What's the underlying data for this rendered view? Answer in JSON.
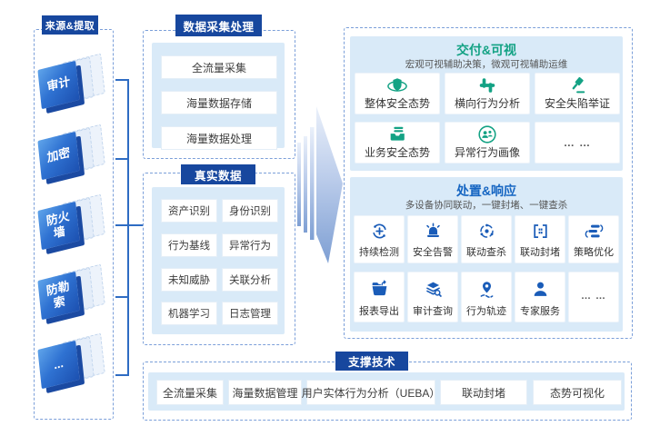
{
  "colors": {
    "header_bg": "#17479e",
    "panel_bg": "#d9eaf8",
    "green_accent": "#13a284",
    "blue_accent": "#1a5cb8",
    "dash_border": "#7b9fd9",
    "connector": "#2e6cc3"
  },
  "source": {
    "header": "来源&提取",
    "cubes": [
      {
        "label": "审计",
        "icon": "cube-3d-icon"
      },
      {
        "label": "加密",
        "icon": "cube-3d-icon"
      },
      {
        "label": "防火\n墙",
        "icon": "cube-3d-icon"
      },
      {
        "label": "防勒\n索",
        "icon": "cube-3d-icon"
      },
      {
        "label": "...",
        "icon": "cube-3d-icon"
      }
    ]
  },
  "collection": {
    "header": "数据采集处理",
    "items": [
      {
        "label": "全流量采集"
      },
      {
        "label": "海量数据存储"
      },
      {
        "label": "海量数据处理"
      }
    ]
  },
  "real_data": {
    "header": "真实数据",
    "items": [
      {
        "label": "资产识别"
      },
      {
        "label": "身份识别"
      },
      {
        "label": "行为基线"
      },
      {
        "label": "异常行为"
      },
      {
        "label": "未知威胁"
      },
      {
        "label": "关联分析"
      },
      {
        "label": "机器学习"
      },
      {
        "label": "日志管理"
      }
    ]
  },
  "delivery": {
    "title": "交付&可视",
    "subtitle": "宏观可视辅助决策，微观可视辅助运维",
    "cards": [
      {
        "label": "整体安全态势",
        "icon": "shield-orbit-icon"
      },
      {
        "label": "横向行为分析",
        "icon": "lateral-bars-icon"
      },
      {
        "label": "安全失陷举证",
        "icon": "gavel-icon"
      },
      {
        "label": "业务安全态势",
        "icon": "tray-lines-icon"
      },
      {
        "label": "异常行为画像",
        "icon": "people-circle-icon"
      },
      {
        "label": "… …",
        "icon": "ellipsis"
      }
    ]
  },
  "response": {
    "title": "处置&响应",
    "subtitle": "多设备协同联动，一键封堵、一键查杀",
    "cards": [
      {
        "label": "持续检测",
        "icon": "continuous-detect-icon"
      },
      {
        "label": "安全告警",
        "icon": "alarm-icon"
      },
      {
        "label": "联动查杀",
        "icon": "linkage-scan-icon"
      },
      {
        "label": "联动封堵",
        "icon": "linkage-block-icon"
      },
      {
        "label": "策略优化",
        "icon": "strategy-icon"
      },
      {
        "label": "报表导出",
        "icon": "export-report-icon"
      },
      {
        "label": "审计查询",
        "icon": "audit-query-icon"
      },
      {
        "label": "行为轨迹",
        "icon": "trajectory-icon"
      },
      {
        "label": "专家服务",
        "icon": "expert-icon"
      },
      {
        "label": "… …",
        "icon": "ellipsis"
      }
    ]
  },
  "support": {
    "header": "支撑技术",
    "items": [
      {
        "label": "全流量采集"
      },
      {
        "label": "海量数据管理"
      },
      {
        "label": "用户实体行为分析（UEBA）"
      },
      {
        "label": "联动封堵"
      },
      {
        "label": "态势可视化"
      }
    ]
  }
}
